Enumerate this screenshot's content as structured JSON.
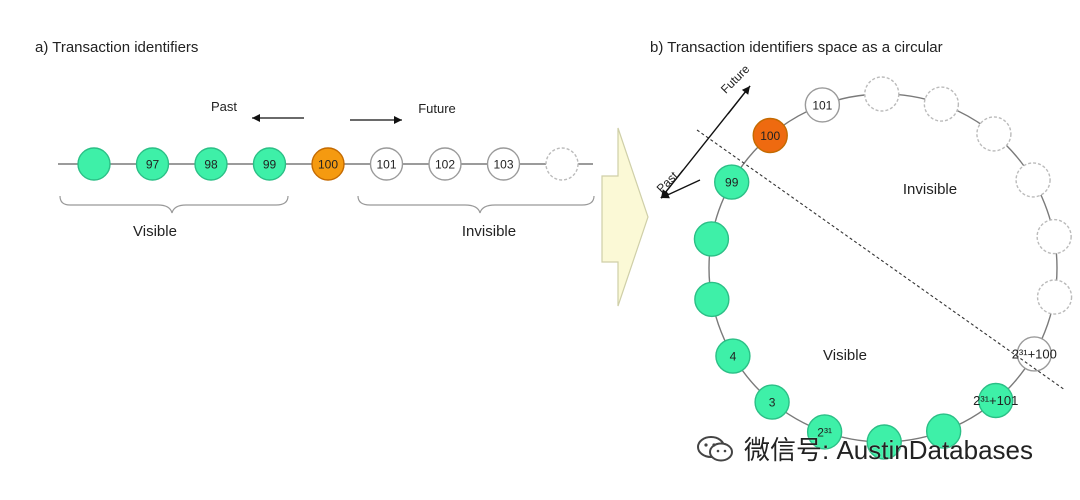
{
  "panel_a": {
    "title": "a)  Transaction identifiers",
    "past_label": "Past",
    "future_label": "Future",
    "visible_label": "Visible",
    "invisible_label": "Invisible",
    "nodes": [
      {
        "label": "",
        "state": "visible"
      },
      {
        "label": "97",
        "state": "visible"
      },
      {
        "label": "98",
        "state": "visible"
      },
      {
        "label": "99",
        "state": "visible"
      },
      {
        "label": "100",
        "state": "current"
      },
      {
        "label": "101",
        "state": "invisible"
      },
      {
        "label": "102",
        "state": "invisible"
      },
      {
        "label": "103",
        "state": "invisible"
      },
      {
        "label": "",
        "state": "invisible-dashed"
      }
    ]
  },
  "panel_b": {
    "title": "b)  Transaction identifiers space as a circular",
    "past_label": "Past",
    "future_label": "Future",
    "visible_label": "Visible",
    "invisible_label": "Invisible",
    "nodes": [
      {
        "label": "100",
        "state": "current"
      },
      {
        "label": "101",
        "state": "invisible"
      },
      {
        "label": "",
        "state": "invisible-dashed"
      },
      {
        "label": "",
        "state": "invisible-dashed"
      },
      {
        "label": "",
        "state": "invisible-dashed"
      },
      {
        "label": "",
        "state": "invisible-dashed"
      },
      {
        "label": "",
        "state": "invisible-dashed"
      },
      {
        "label": "",
        "state": "invisible-dashed"
      },
      {
        "label": "2³¹+100",
        "state": "invisible"
      },
      {
        "label": "2³¹+101",
        "state": "visible"
      },
      {
        "label": "",
        "state": "visible"
      },
      {
        "label": "",
        "state": "visible"
      },
      {
        "label": "2³¹",
        "state": "visible"
      },
      {
        "label": "3",
        "state": "visible"
      },
      {
        "label": "4",
        "state": "visible"
      },
      {
        "label": "",
        "state": "visible"
      },
      {
        "label": "",
        "state": "visible"
      },
      {
        "label": "99",
        "state": "visible"
      }
    ]
  },
  "colors": {
    "visible": "#3ef0a8",
    "current": "#f59a10",
    "current_circle": "#ee6a10",
    "invisible": "#ffffff",
    "line": "#7a7a7a",
    "arrow_fill": "#fbf9d6"
  },
  "watermark": {
    "icon": "wechat-icon",
    "text": "微信号: AustinDatabases"
  }
}
